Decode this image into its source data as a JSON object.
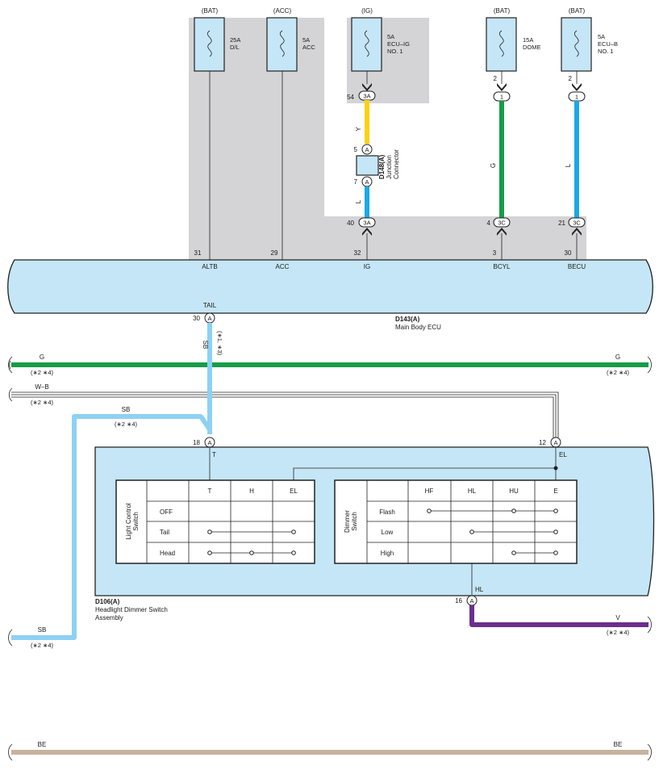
{
  "fuses": [
    {
      "supply": "(BAT)",
      "rating": "25A",
      "name1": "D/L",
      "name2": ""
    },
    {
      "supply": "(ACC)",
      "rating": "5A",
      "name1": "ACC",
      "name2": ""
    },
    {
      "supply": "(IG)",
      "rating": "5A",
      "name1": "ECU–IG",
      "name2": "NO. 1"
    },
    {
      "supply": "(BAT)",
      "rating": "15A",
      "name1": "DOME",
      "name2": ""
    },
    {
      "supply": "(BAT)",
      "rating": "5A",
      "name1": "ECU–B",
      "name2": "NO. 1"
    }
  ],
  "fuse_pins": {
    "ig": "54",
    "dome": "2",
    "ecub": "2"
  },
  "connector_codes": {
    "ig_top": "3A",
    "dome_top": "1",
    "ecub_top": "1",
    "ig_bottom": "3A",
    "dome_bottom": "3C",
    "ecub_bottom": "3C",
    "junction": "A"
  },
  "junction": {
    "id": "D148(A)",
    "desc1": "Junction",
    "desc2": "Connector",
    "pin_in": "5",
    "pin_out": "7"
  },
  "wire_colors": {
    "yellow": "Y",
    "blue": "L",
    "green": "G",
    "dome_wire": "G",
    "ecub_wire": "L"
  },
  "ecu": {
    "id": "D143(A)",
    "name": "Main Body ECU",
    "top_pins": [
      {
        "pin": "31",
        "label": "ALTB"
      },
      {
        "pin": "29",
        "label": "ACC"
      },
      {
        "pin": "32",
        "label": "IG"
      },
      {
        "pin": "3",
        "label": "BCYL"
      },
      {
        "pin": "30",
        "label": "BECU"
      }
    ],
    "ig_in_pin": "40",
    "dome_in_pin": "4",
    "ecub_in_pin": "21",
    "tail_label": "TAIL",
    "tail_pin": "30",
    "tail_conn": "A"
  },
  "wires": {
    "tail_color": "SB",
    "tail_note": "(∗1, ∗3)",
    "g_left": "G",
    "g_left_note": "(∗2 ∗4)",
    "g_right": "G",
    "g_right_note": "(∗2 ∗4)",
    "wb": "W–B",
    "wb_note": "(∗2 ∗4)",
    "sb_mid": "SB",
    "sb_mid_note": "(∗2 ∗4)",
    "sb_bottom": "SB",
    "sb_bottom_note": "(∗2 ∗4)",
    "v": "V",
    "v_note": "(∗2 ∗4)",
    "be_left": "BE",
    "be_right": "BE"
  },
  "switch_assy": {
    "id": "D106(A)",
    "name1": "Headlight Dimmer Switch",
    "name2": "Assembly",
    "pin_t": "18",
    "pin_t_label": "T",
    "pin_t_conn": "A",
    "pin_el": "12",
    "pin_el_label": "EL",
    "pin_el_conn": "A",
    "pin_hl": "16",
    "pin_hl_label": "HL",
    "pin_hl_conn": "A"
  },
  "light_control": {
    "title1": "Light Control",
    "title2": "Switch",
    "cols": [
      "T",
      "H",
      "EL"
    ],
    "rows": [
      "OFF",
      "Tail",
      "Head"
    ]
  },
  "dimmer": {
    "title1": "Dimmer",
    "title2": "Switch",
    "cols": [
      "HF",
      "HL",
      "HU",
      "E"
    ],
    "rows": [
      "Flash",
      "Low",
      "High"
    ]
  },
  "colors": {
    "grey_area": "#d4d4d6",
    "ecu_fill": "#c5e6f6",
    "yellow": "#fcd20a",
    "blue": "#1ba8e6",
    "green": "#169c48",
    "sky": "#8dd1f3",
    "violet": "#6b2f8c",
    "beige": "#c7b29c"
  }
}
